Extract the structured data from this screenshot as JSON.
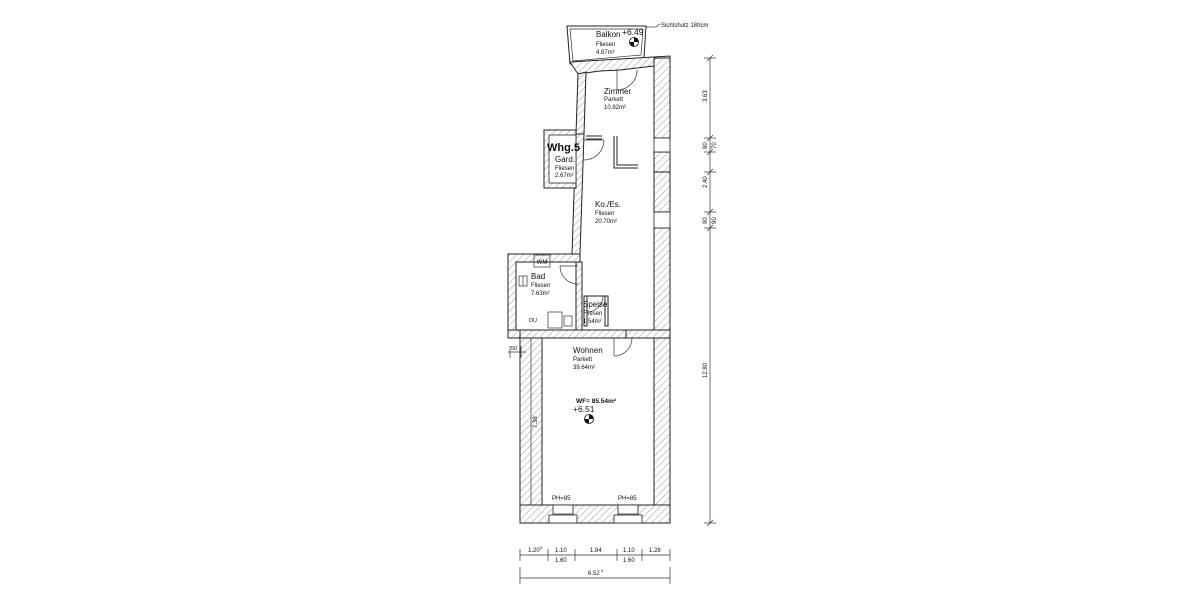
{
  "plan": {
    "unit_label": "Whg.5",
    "total_area": "WF= 85.54m²",
    "privacy_note": "Sichtshutz 180cm",
    "rooms": [
      {
        "name": "Balkon",
        "floor": "Fliesen",
        "area": "4.87m²"
      },
      {
        "name": "Zimmer",
        "floor": "Parkett",
        "area": "10.92m²"
      },
      {
        "name": "Gard.",
        "floor": "Fliesen",
        "area": "2.67m²"
      },
      {
        "name": "Ko./Es.",
        "floor": "Fliesen",
        "area": "20.70m²"
      },
      {
        "name": "Bad",
        "floor": "Fliesen",
        "area": "7.63m²"
      },
      {
        "name": "Speise",
        "floor": "Fliesen",
        "area": "1.54m²"
      },
      {
        "name": "Wohnen",
        "floor": "Parkett",
        "area": "39.64m²"
      }
    ],
    "levels": [
      "+6.49",
      "+6.51"
    ],
    "fixtures": {
      "washing_machine": "WM",
      "shower": "DU"
    },
    "parapets": [
      "PH=85",
      "PH=85"
    ],
    "small_dim": "50",
    "room_dim": "7.38",
    "dims_right": [
      "3.63",
      "80",
      "70",
      "2.40",
      "90",
      "90",
      "12.80"
    ],
    "dims_bottom_row1": [
      "1.20",
      "1.10",
      "1.84",
      "1.10",
      "1.28"
    ],
    "dims_bottom_row1_sup": "5",
    "dims_bottom_row2": [
      "1.60",
      "1.60"
    ],
    "dims_bottom_total": "6.52",
    "dims_bottom_total_sup": "5"
  }
}
